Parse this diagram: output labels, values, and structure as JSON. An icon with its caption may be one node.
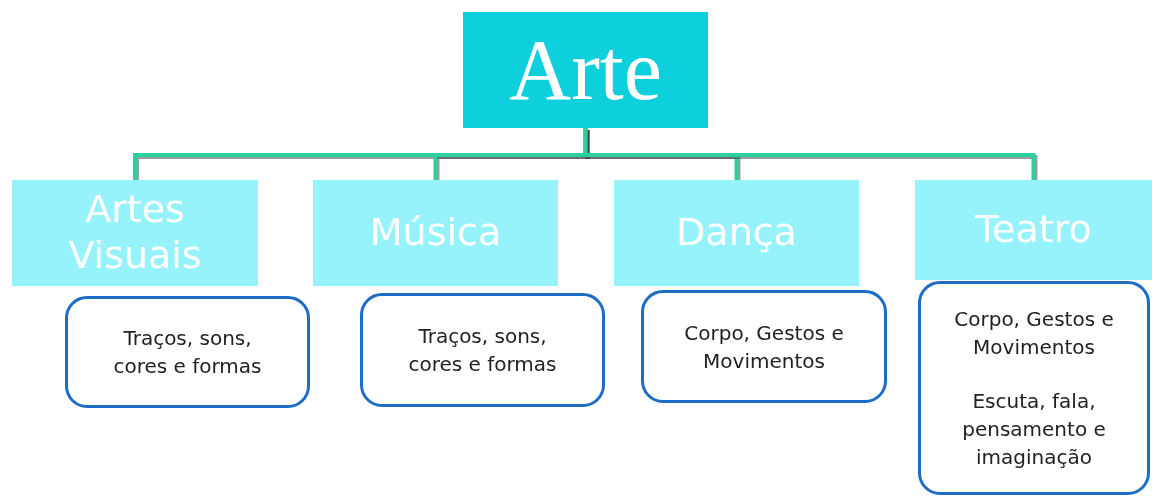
{
  "diagram": {
    "nodes": [
      {
        "text": [
          "Arte"
        ]
      },
      {
        "text": [
          "Artes Visuais"
        ]
      },
      {
        "text": [
          "Música"
        ]
      },
      {
        "text": [
          "Dança"
        ]
      },
      {
        "text": [
          "Teatro"
        ]
      },
      {
        "text": [
          "Traços, sons, cores e formas"
        ]
      },
      {
        "text": [
          "Traços, sons, cores e formas"
        ]
      },
      {
        "text": [
          "Corpo, Gestos e Movimentos"
        ]
      },
      {
        "text": [
          "Corpo, Gestos e Movimentos",
          "Escuta, fala, pensamento e imaginação"
        ]
      }
    ],
    "edges": [
      {
        "from": 0,
        "to": 1,
        "arrow": "none"
      },
      {
        "from": 0,
        "to": 2,
        "arrow": "none"
      },
      {
        "from": 0,
        "to": 3,
        "arrow": "none"
      },
      {
        "from": 0,
        "to": 4,
        "arrow": "none"
      }
    ]
  }
}
